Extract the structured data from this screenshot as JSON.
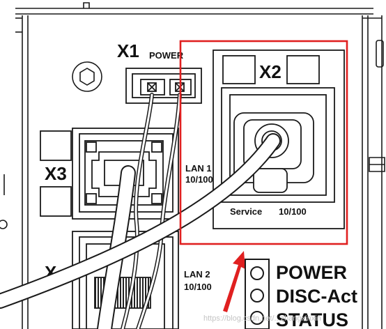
{
  "connectors": {
    "x1": {
      "id": "X1",
      "name": "POWER"
    },
    "x2": {
      "id": "X2"
    },
    "x3": {
      "id": "X3"
    },
    "x4": {
      "id": "X"
    }
  },
  "ports": {
    "lan1": {
      "line1": "LAN 1",
      "line2": "10/100"
    },
    "lan2": {
      "line1": "LAN 2",
      "line2": "10/100"
    },
    "service": {
      "name": "Service",
      "speed": "10/100"
    }
  },
  "indicators": [
    "POWER",
    "DISC-Act",
    "STATUS"
  ],
  "watermark": "https://blog.csdn.net/...zhangxinxin",
  "colors": {
    "highlight": "#e02020",
    "line": "#1a1a1a",
    "fill": "#ffffff"
  }
}
